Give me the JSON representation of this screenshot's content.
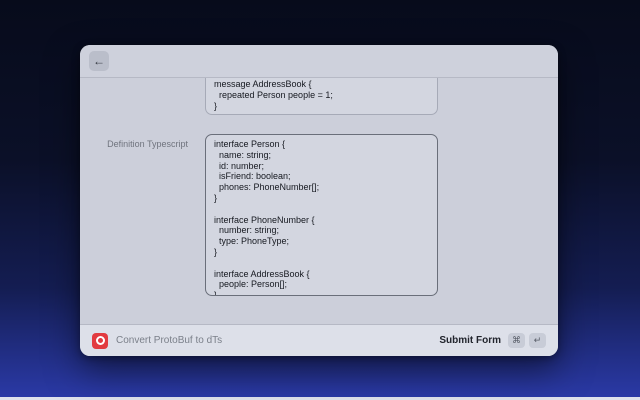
{
  "colors": {
    "accent_red": "#e23b40",
    "background_top": "#070b1b",
    "background_bottom": "#2b3aa8",
    "window_background": "#cdd0db"
  },
  "header": {
    "back_icon": "←"
  },
  "form": {
    "proto_code": "message AddressBook {\n  repeated Person people = 1;\n}",
    "typescript_label": "Definition Typescript",
    "typescript_code": "interface Person {\n  name: string;\n  id: number;\n  isFriend: boolean;\n  phones: PhoneNumber[];\n}\n\ninterface PhoneNumber {\n  number: string;\n  type: PhoneType;\n}\n\ninterface AddressBook {\n  people: Person[];\n}"
  },
  "footer": {
    "command_title": "Convert ProtoBuf to dTs",
    "submit_label": "Submit Form",
    "cmd_key": "⌘",
    "return_key": "↵"
  }
}
